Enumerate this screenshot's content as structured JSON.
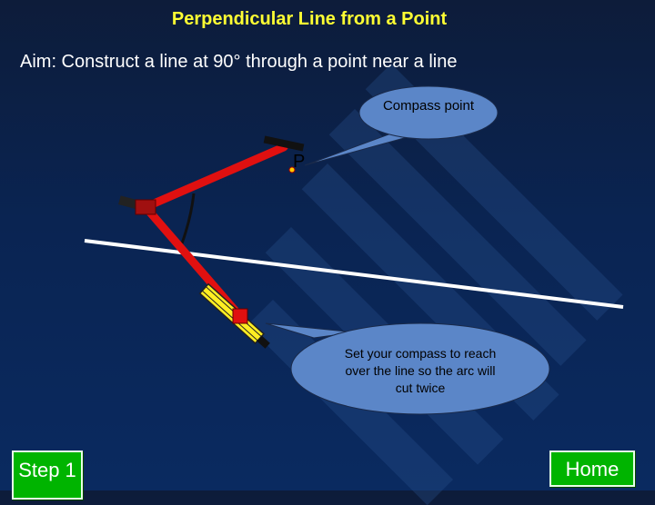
{
  "title": "Perpendicular Line from a Point",
  "aim": "Aim: Construct a line at 90° through a point near a line",
  "callouts": {
    "compass_point": "Compass point",
    "instruction": "Set your compass to reach over the line so the arc will cut twice"
  },
  "point_label": "P",
  "buttons": {
    "step": "Step 1",
    "home": "Home"
  },
  "colors": {
    "title": "#ffff33",
    "compass_arm": "#e01010",
    "button": "#00b400",
    "callout": "#5b86c8"
  }
}
